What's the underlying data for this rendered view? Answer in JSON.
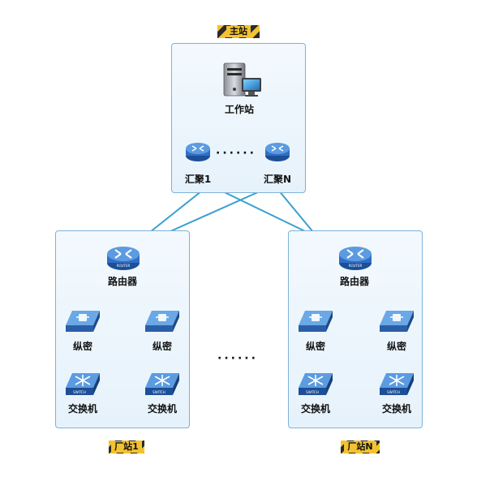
{
  "master": {
    "tag": "主站",
    "workstation": "工作站",
    "agg1": "汇聚1",
    "aggN": "汇聚N",
    "dots": "······"
  },
  "plant1": {
    "tag": "厂站1",
    "router": "路由器",
    "enc_left": "纵密",
    "enc_right": "纵密",
    "sw_left": "交换机",
    "sw_right": "交换机"
  },
  "plantN": {
    "tag": "厂站N",
    "router": "路由器",
    "enc_left": "纵密",
    "enc_right": "纵密",
    "sw_left": "交换机",
    "sw_right": "交换机"
  },
  "between_dots": "······",
  "colors": {
    "panel_border": "#7fb2d9",
    "link": "#3aa0d0",
    "device_blue": "#2f6fc4"
  },
  "icons": {
    "workstation": "server-monitor-icon",
    "aggregation": "router-icon",
    "router": "router-icon",
    "encryptor": "encryption-device-icon",
    "switch": "switch-icon"
  }
}
